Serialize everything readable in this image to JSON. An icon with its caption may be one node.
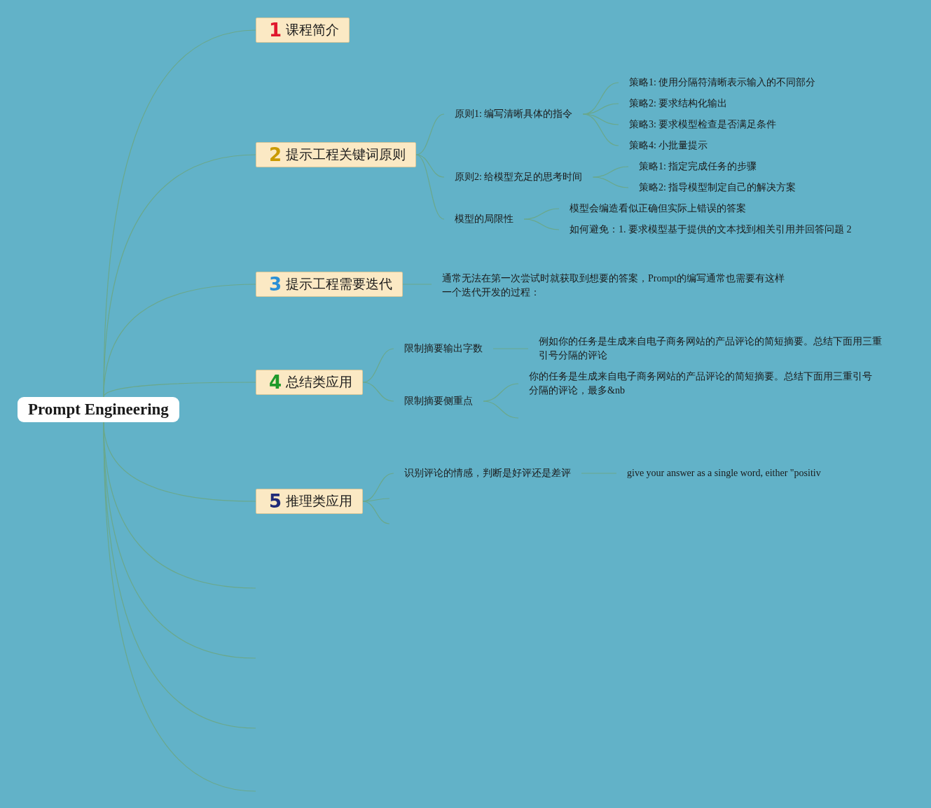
{
  "diagram": {
    "nodes": [
      {
        "text": [
          "Prompt Engineering"
        ]
      },
      {
        "text": [
          "1",
          "课程简介"
        ]
      },
      {
        "text": [
          "2",
          "提示工程关键词原则"
        ]
      },
      {
        "text": [
          "原则1: 编写清晰具体的指令"
        ]
      },
      {
        "text": [
          "策略1: 使用分隔符清晰表示输入的不同部分"
        ]
      },
      {
        "text": [
          "策略2: 要求结构化输出"
        ]
      },
      {
        "text": [
          "策略3: 要求模型检查是否满足条件"
        ]
      },
      {
        "text": [
          "策略4: 小批量提示"
        ]
      },
      {
        "text": [
          "原则2: 给模型充足的思考时间"
        ]
      },
      {
        "text": [
          "策略1: 指定完成任务的步骤"
        ]
      },
      {
        "text": [
          "策略2: 指导模型制定自己的解决方案"
        ]
      },
      {
        "text": [
          "模型的局限性"
        ]
      },
      {
        "text": [
          "模型会编造看似正确但实际上错误的答案"
        ]
      },
      {
        "text": [
          "如何避免：1. 要求模型基于提供的文本找到相关引用并回答问题 2"
        ]
      },
      {
        "text": [
          "3",
          "提示工程需要迭代"
        ]
      },
      {
        "text": [
          "通常无法在第一次尝试时就获取到想要的答案，Prompt的编写通常也需要有这样一个迭代开发的过程："
        ]
      },
      {
        "text": [
          "4",
          "总结类应用"
        ]
      },
      {
        "text": [
          "限制摘要输出字数"
        ]
      },
      {
        "text": [
          "例如你的任务是生成来自电子商务网站的产品评论的简短摘要。总结下面用三重引号分隔的评论"
        ]
      },
      {
        "text": [
          "限制摘要侧重点"
        ]
      },
      {
        "text": [
          "你的任务是生成来自电子商务网站的产品评论的简短摘要。总结下面用三重引号分隔的评论，最多&nb"
        ]
      },
      {
        "text": [
          "5",
          "推理类应用"
        ]
      },
      {
        "text": [
          "识别评论的情感，判断是好评还是差评"
        ]
      },
      {
        "text": [
          "give your answer as a single word, either \"positiv"
        ]
      }
    ],
    "edges": [
      {
        "from": 0,
        "to": 1,
        "arrow": "none"
      },
      {
        "from": 0,
        "to": 2,
        "arrow": "none"
      },
      {
        "from": 0,
        "to": 14,
        "arrow": "none"
      },
      {
        "from": 0,
        "to": 16,
        "arrow": "none"
      },
      {
        "from": 0,
        "to": 21,
        "arrow": "none"
      },
      {
        "from": 0,
        "to": null,
        "arrow": "none"
      },
      {
        "from": 0,
        "to": null,
        "arrow": "none"
      },
      {
        "from": 0,
        "to": null,
        "arrow": "none"
      },
      {
        "from": 0,
        "to": null,
        "arrow": "none"
      },
      {
        "from": 2,
        "to": 3,
        "arrow": "none"
      },
      {
        "from": 2,
        "to": 8,
        "arrow": "none"
      },
      {
        "from": 2,
        "to": 11,
        "arrow": "none"
      },
      {
        "from": 3,
        "to": 4,
        "arrow": "none"
      },
      {
        "from": 3,
        "to": 5,
        "arrow": "none"
      },
      {
        "from": 3,
        "to": 6,
        "arrow": "none"
      },
      {
        "from": 3,
        "to": 7,
        "arrow": "none"
      },
      {
        "from": 8,
        "to": 9,
        "arrow": "none"
      },
      {
        "from": 8,
        "to": 10,
        "arrow": "none"
      },
      {
        "from": 11,
        "to": 12,
        "arrow": "none"
      },
      {
        "from": 11,
        "to": 13,
        "arrow": "none"
      },
      {
        "from": 14,
        "to": 15,
        "arrow": "none"
      },
      {
        "from": 16,
        "to": 17,
        "arrow": "none"
      },
      {
        "from": 16,
        "to": 19,
        "arrow": "none"
      },
      {
        "from": 17,
        "to": 18,
        "arrow": "none"
      },
      {
        "from": 19,
        "to": 20,
        "arrow": "none"
      },
      {
        "from": 19,
        "to": null,
        "arrow": "none"
      },
      {
        "from": 21,
        "to": 22,
        "arrow": "none"
      },
      {
        "from": 21,
        "to": null,
        "arrow": "none"
      },
      {
        "from": 21,
        "to": null,
        "arrow": "none"
      },
      {
        "from": 22,
        "to": 23,
        "arrow": "none"
      }
    ]
  }
}
